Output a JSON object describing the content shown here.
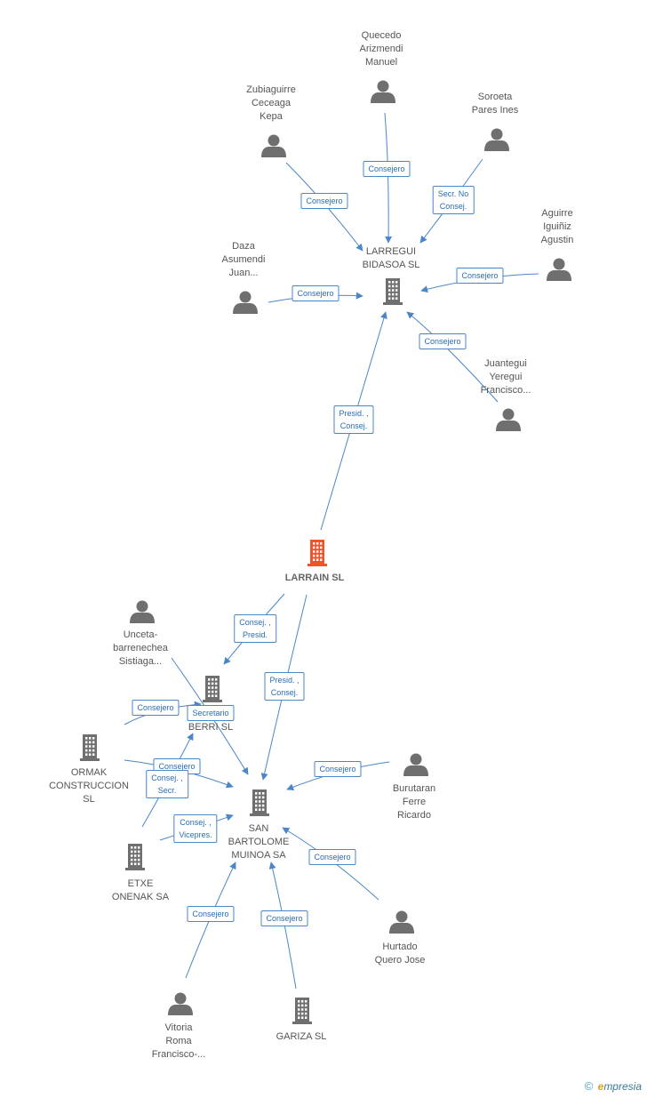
{
  "nodes": [
    {
      "id": "larrain",
      "type": "company",
      "highlight": true,
      "lines": [
        "LARRAIN SL"
      ]
    },
    {
      "id": "larregui",
      "type": "company",
      "lines": [
        "LARREGUI",
        "BIDASOA SL"
      ]
    },
    {
      "id": "berri",
      "type": "company",
      "lines": [
        "BERRI SL"
      ]
    },
    {
      "id": "sanbartolome",
      "type": "company",
      "lines": [
        "SAN",
        "BARTOLOME",
        "MUINOA SA"
      ]
    },
    {
      "id": "ormak",
      "type": "company",
      "lines": [
        "ORMAK",
        "CONSTRUCCION",
        "SL"
      ]
    },
    {
      "id": "etxe",
      "type": "company",
      "lines": [
        "ETXE",
        "ONENAK SA"
      ]
    },
    {
      "id": "gariza",
      "type": "company",
      "lines": [
        "GARIZA SL"
      ]
    },
    {
      "id": "quecedo",
      "type": "person",
      "lines": [
        "Quecedo",
        "Arizmendi",
        "Manuel"
      ]
    },
    {
      "id": "zubiaguirre",
      "type": "person",
      "lines": [
        "Zubiaguirre",
        "Ceceaga",
        "Kepa"
      ]
    },
    {
      "id": "soroeta",
      "type": "person",
      "lines": [
        "Soroeta",
        "Pares Ines"
      ]
    },
    {
      "id": "aguirre",
      "type": "person",
      "lines": [
        "Aguirre",
        "Iguiñiz",
        "Agustin"
      ]
    },
    {
      "id": "daza",
      "type": "person",
      "lines": [
        "Daza",
        "Asumendi",
        "Juan..."
      ]
    },
    {
      "id": "juantegui",
      "type": "person",
      "lines": [
        "Juantegui",
        "Yeregui",
        "Francisco..."
      ]
    },
    {
      "id": "unceta",
      "type": "person",
      "lines": [
        "Unceta-",
        "barrenechea",
        "Sistiaga..."
      ]
    },
    {
      "id": "burutaran",
      "type": "person",
      "lines": [
        "Burutaran",
        "Ferre",
        "Ricardo"
      ]
    },
    {
      "id": "hurtado",
      "type": "person",
      "lines": [
        "Hurtado",
        "Quero Jose"
      ]
    },
    {
      "id": "vitoria",
      "type": "person",
      "lines": [
        "Vitoria",
        "Roma",
        "Francisco-..."
      ]
    }
  ],
  "edges": [
    {
      "from": "quecedo",
      "to": "larregui",
      "label": [
        "Consejero"
      ]
    },
    {
      "from": "zubiaguirre",
      "to": "larregui",
      "label": [
        "Consejero"
      ]
    },
    {
      "from": "soroeta",
      "to": "larregui",
      "label": [
        "Secr. No",
        "Consej."
      ]
    },
    {
      "from": "aguirre",
      "to": "larregui",
      "label": [
        "Consejero"
      ]
    },
    {
      "from": "daza",
      "to": "larregui",
      "label": [
        "Consejero"
      ]
    },
    {
      "from": "juantegui",
      "to": "larregui",
      "label": [
        "Consejero"
      ]
    },
    {
      "from": "larrain",
      "to": "larregui",
      "label": [
        "Presid. ,",
        "Consej."
      ]
    },
    {
      "from": "larrain",
      "to": "berri",
      "label": [
        "Consej. ,",
        "Presid."
      ]
    },
    {
      "from": "larrain",
      "to": "sanbartolome",
      "label": [
        "Presid. ,",
        "Consej."
      ]
    },
    {
      "from": "unceta",
      "to": "sanbartolome",
      "label": [
        "Secretario"
      ]
    },
    {
      "from": "ormak",
      "to": "berri",
      "label": [
        "Consejero"
      ]
    },
    {
      "from": "ormak",
      "to": "sanbartolome",
      "label": [
        "Consejero"
      ]
    },
    {
      "from": "etxe",
      "to": "berri",
      "label": [
        "Consej. ,",
        "Secr."
      ]
    },
    {
      "from": "etxe",
      "to": "sanbartolome",
      "label": [
        "Consej. ,",
        "Vicepres."
      ]
    },
    {
      "from": "burutaran",
      "to": "sanbartolome",
      "label": [
        "Consejero"
      ]
    },
    {
      "from": "hurtado",
      "to": "sanbartolome",
      "label": [
        "Consejero"
      ]
    },
    {
      "from": "vitoria",
      "to": "sanbartolome",
      "label": [
        "Consejero"
      ]
    },
    {
      "from": "gariza",
      "to": "sanbartolome",
      "label": [
        "Consejero"
      ]
    }
  ],
  "colors": {
    "edge": "#4a86c8",
    "node": "#6f6f6f",
    "highlight": "#f0542a"
  },
  "footer": {
    "copyright": "©",
    "brand_initial": "e",
    "brand_rest": "mpresia"
  }
}
